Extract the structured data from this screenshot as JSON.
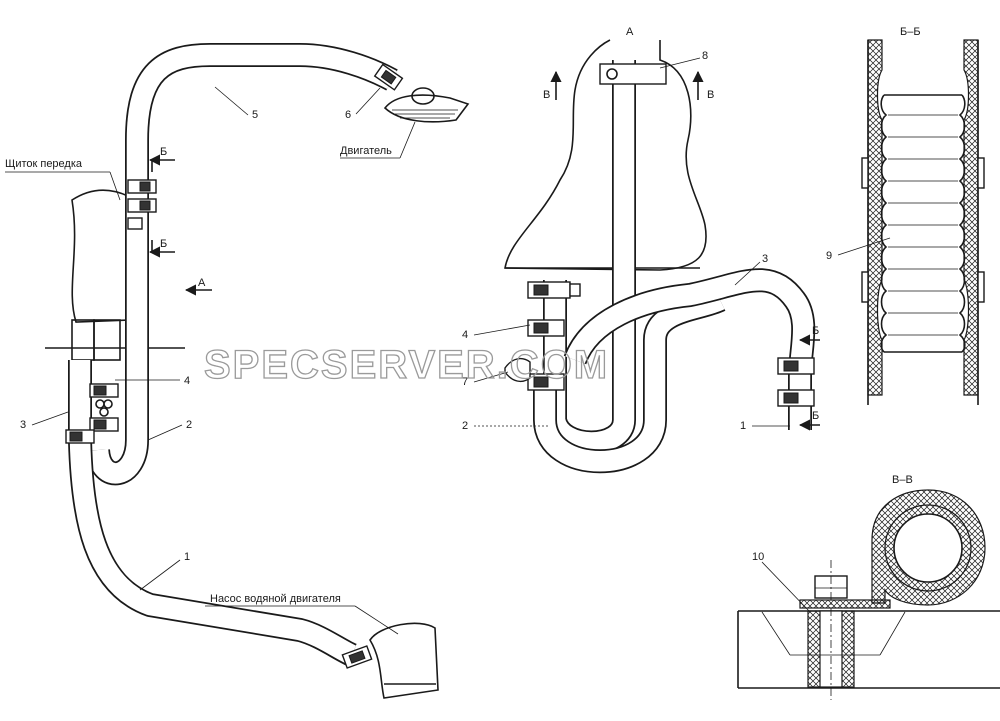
{
  "labels": {
    "schitok": "Щиток передка",
    "dvigatel": "Двигатель",
    "nasos": "Насос водяной двигателя",
    "view_a": "А",
    "section_bb": "Б–Б",
    "section_vv": "В–В",
    "cut_b": "Б",
    "cut_v": "В",
    "arrow_a": "А"
  },
  "callouts": {
    "n1": "1",
    "n2": "2",
    "n3": "3",
    "n4": "4",
    "n5": "5",
    "n6": "6",
    "n7": "7",
    "n8": "8",
    "n9": "9",
    "n10": "10"
  },
  "watermark": "SPECSERVER.COM"
}
